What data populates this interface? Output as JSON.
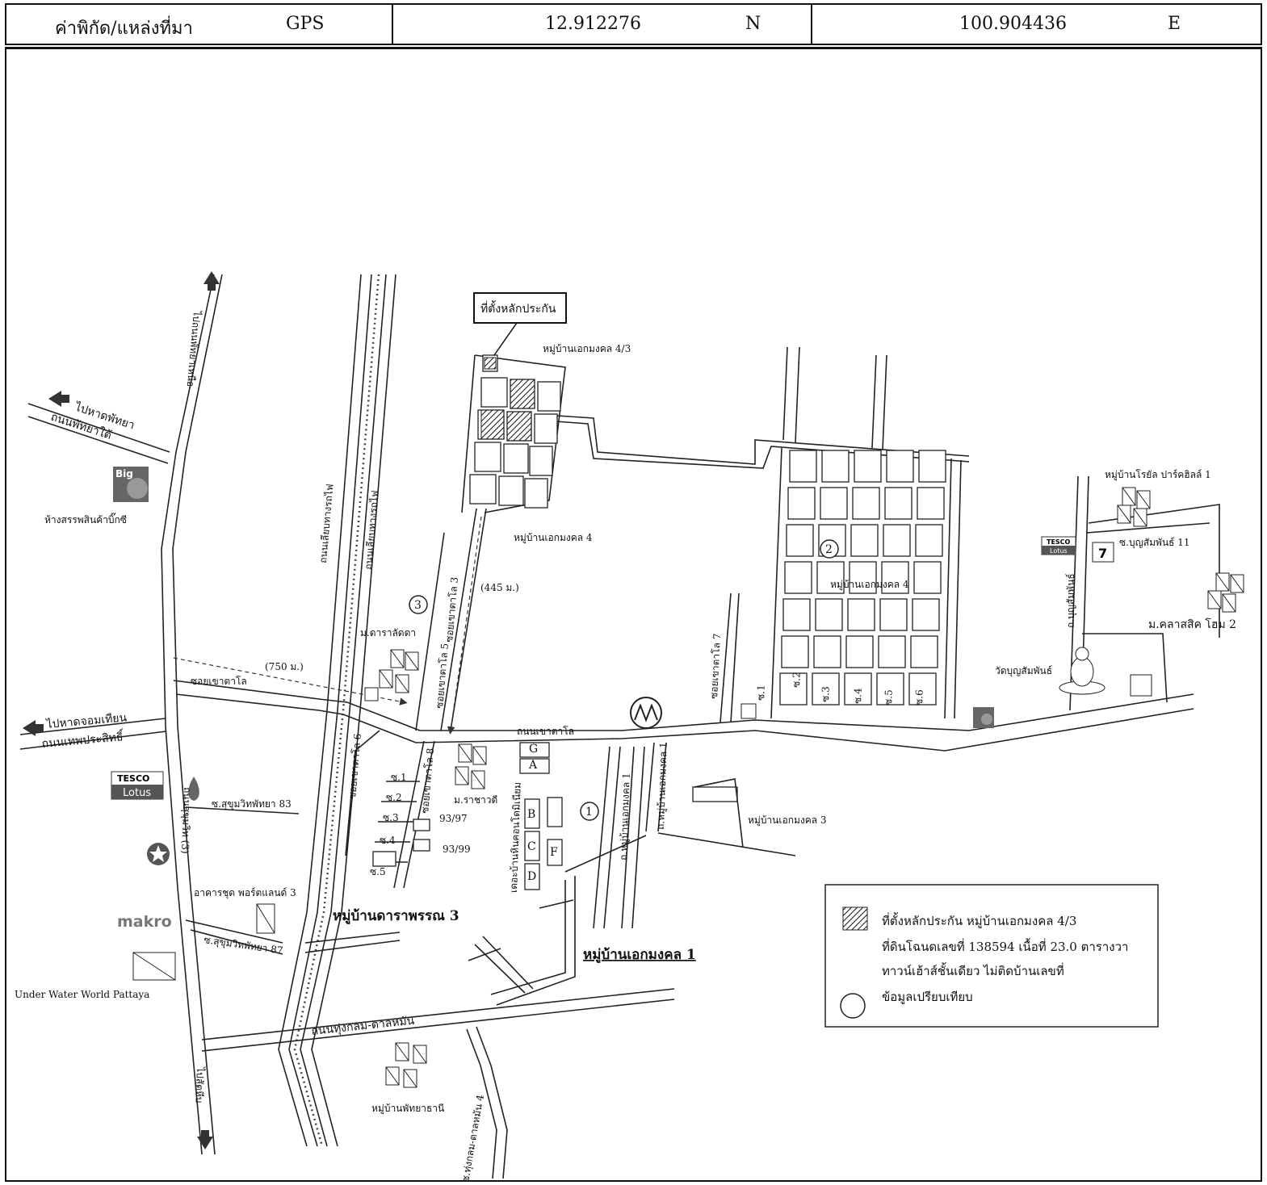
{
  "header": {
    "source_label": "ค่าพิกัด/แหล่งที่มา",
    "source_value": "GPS",
    "latitude": "12.912276",
    "lat_dir": "N",
    "longitude": "100.904436",
    "lon_dir": "E"
  },
  "map": {
    "collateral_callout": "ที่ตั้งหลักประกัน",
    "labels": {
      "ekmongkol_43": "หมู่บ้านเอกมงคล 4/3",
      "ekmongkol_4_top": "หมู่บ้านเอกมงคล 4",
      "ekmongkol_4_right": "หมู่บ้านเอกมงคล 4",
      "ekmongkol_3": "หมู่บ้านเอกมงคล 3",
      "ekmongkol_1": "หมู่บ้านเอกมงคล 1",
      "darapan_3": "หมู่บ้านดาราพรรณ 3",
      "pattaya_nua": "ไปถนนพัทยาเหนือ",
      "to_pattaya_beach": "ไปหาดพัทยา",
      "pattaya_tai": "ถนนพัทยาใต้",
      "big_c_store": "ห้างสรรพสินค้าบิ๊กซี",
      "railway_road_1": "ถนนเลียบทางรถไฟ",
      "railway_road_2": "ถนนเลียบทางรถไฟ",
      "m_darawadi": "ม.ดาราลัดดา",
      "soi_khaotalo": "ซอยเขาตาโล",
      "dist_750": "(750 ม.)",
      "dist_445": "(445 ม.)",
      "to_jomtien": "ไปหาดจอมเทียน",
      "thepprasit": "ถนนเทพประสิทธิ์",
      "soi_khaotalo_3": "ซอยเขาตาโล 3",
      "soi_khaotalo_5": "ซอยเขาตาโล 5",
      "soi_khaotalo_6": "ซอยเขาตาโล 6",
      "soi_khaotalo_8": "ซอยเขาตาโล 8",
      "soi_khaotalo_7": "ซอยเขาตาโล 7",
      "road_khaotalo": "ถนนเขาตาโล",
      "m_rachawadi": "ม.ราชาวดี",
      "condo": "เดอะบ้านหินคอนโดมิเนียม",
      "s1": "ซ.1",
      "s2": "ซ.2",
      "s3": "ซ.3",
      "s4": "ซ.4",
      "s5": "ซ.5",
      "no_9397": "93/97",
      "no_9399": "93/99",
      "sukhumvit_83": "ซ.สุขุมวิทพัทยา 83",
      "sukhumvit_87": "ซ.สุขุมวิทพัทยา 87",
      "sukhumvit_road": "ถนนสุขุมวิท (3)",
      "to_sattahip": "ไปสัตหีบ",
      "condo_portland": "อาคารชุด พอร์ตแลนด์ 3",
      "underwater_world": "Under Water World Pattaya",
      "makro": "makro",
      "thungklom": "ถนนทุ่งกลม-ตาลหมัน",
      "thungklom_4": "ซ.ทุ่งกลม-ตาลหมัน 4",
      "phatthayathani": "หมู่บ้านพัทยาธานี",
      "ekmongkol_1_road": "ถ.หมู่บ้านเอกมงคล 1",
      "ekmongkol_1_road_b": "ถ.หมู่บ้านเอกมงคล 1",
      "royal_park_hill": "หมู่บ้านโรยัล ปาร์คฮิลล์ 1",
      "bunsamphan_11": "ซ.บุญสัมพันธ์ 11",
      "bunsamphan_road": "ถ.บุญสัมพันธ์",
      "classic_home": "ม.คลาสสิค โฮม 2",
      "wat_bunsamphan": "วัดบุญสัมพันธ์",
      "rs1": "ซ.1",
      "rs2": "ซ.2",
      "rs3": "ซ.3",
      "rs4": "ซ.4",
      "rs5": "ซ.5",
      "rs6": "ซ.6",
      "circle_1": "1",
      "circle_2": "2",
      "circle_3": "3",
      "block_g": "G",
      "block_a": "A",
      "block_b": "B",
      "block_c": "C",
      "block_d": "D",
      "block_f": "F",
      "big": "Big",
      "tesco": "TESCO",
      "lotus": "Lotus",
      "tesco_small": "TESCO",
      "lotus_small": "Lotus",
      "seven": "7"
    }
  },
  "legend": {
    "line1": "ที่ตั้งหลักประกัน หมู่บ้านเอกมงคล 4/3",
    "line2": "ที่ดินโฉนดเลขที่ 138594 เนื้อที่ 23.0 ตารางวา",
    "line3": "ทาวน์เฮ้าส์ชั้นเดียว ไม่ติดบ้านเลขที่",
    "line4": "ข้อมูลเปรียบเทียบ"
  }
}
